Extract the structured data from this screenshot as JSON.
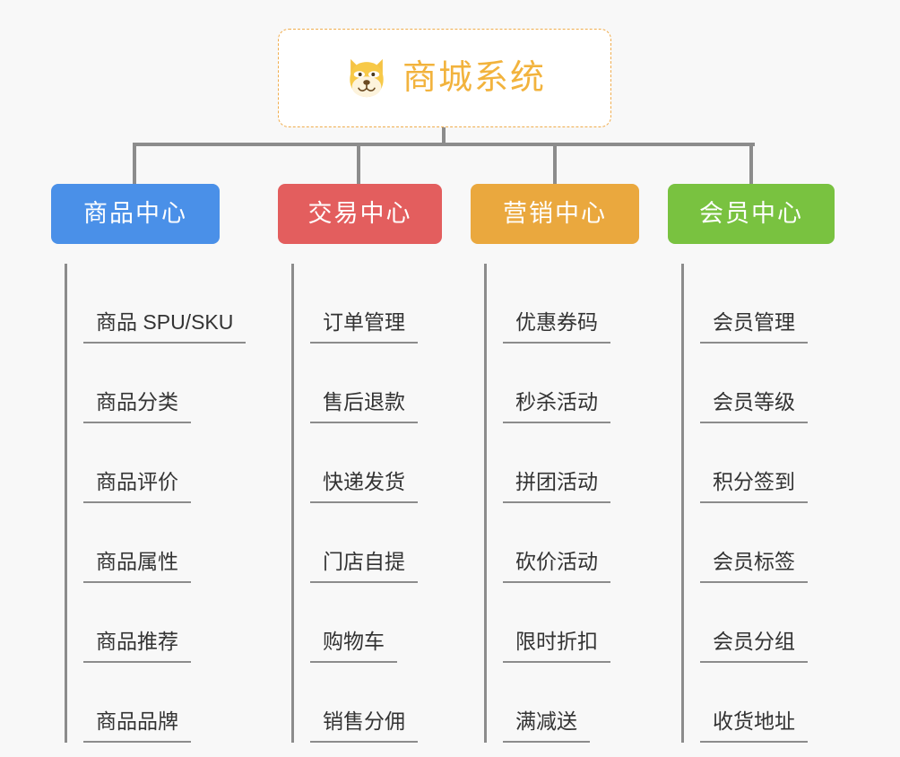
{
  "page": {
    "background_color": "#f8f8f8",
    "line_color": "#8c8c8c"
  },
  "root": {
    "title": "商城系统",
    "icon": "shiba-dog-face-icon",
    "border_color": "#f0ad4e",
    "text_color": "#f2b33d",
    "background_color": "#ffffff"
  },
  "branches": [
    {
      "label": "商品中心",
      "color": "#4a90e8",
      "items": [
        "商品 SPU/SKU",
        "商品分类",
        "商品评价",
        "商品属性",
        "商品推荐",
        "商品品牌"
      ]
    },
    {
      "label": "交易中心",
      "color": "#e35e5e",
      "items": [
        "订单管理",
        "售后退款",
        "快递发货",
        "门店自提",
        "购物车",
        "销售分佣"
      ]
    },
    {
      "label": "营销中心",
      "color": "#eaa83e",
      "items": [
        "优惠券码",
        "秒杀活动",
        "拼团活动",
        "砍价活动",
        "限时折扣",
        "满减送"
      ]
    },
    {
      "label": "会员中心",
      "color": "#79c240",
      "items": [
        "会员管理",
        "会员等级",
        "积分签到",
        "会员标签",
        "会员分组",
        "收货地址"
      ]
    }
  ]
}
